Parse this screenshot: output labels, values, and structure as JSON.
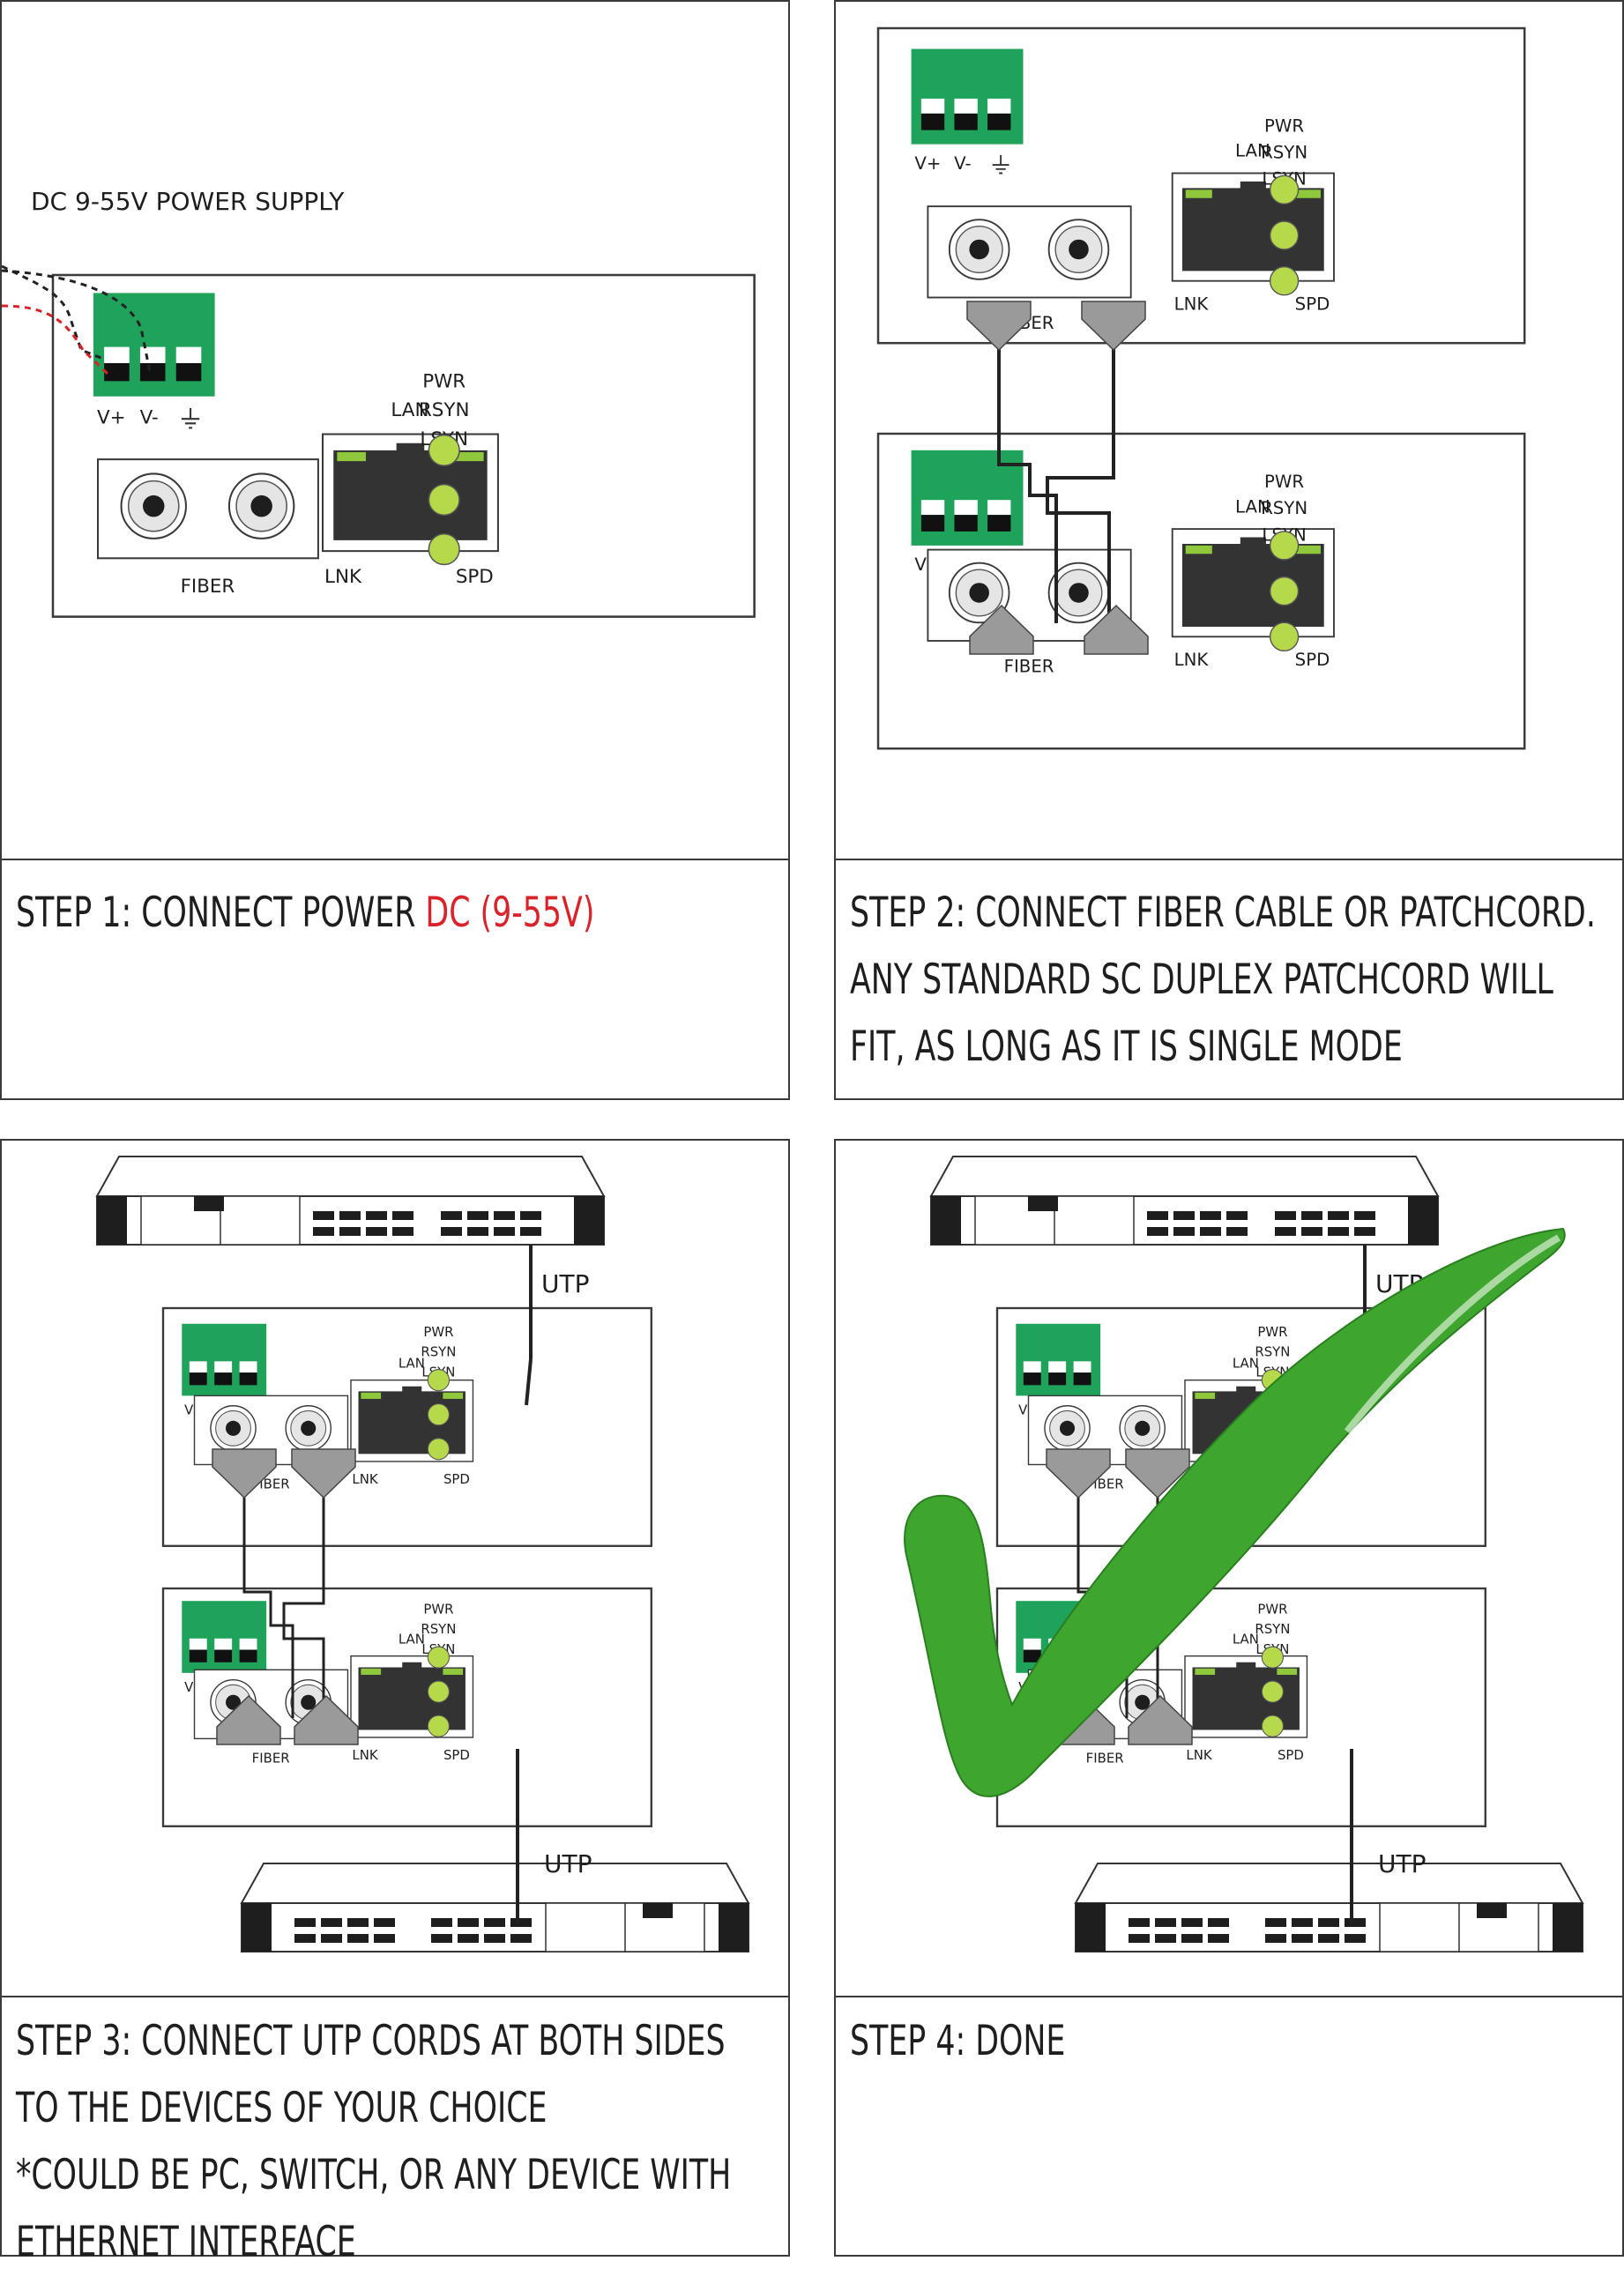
{
  "device": {
    "power_terminal": {
      "vplus": "V+",
      "vminus": "V-"
    },
    "fiber_label": "FIBER",
    "lan_label": "LAN",
    "lnk_label": "LNK",
    "spd_label": "SPD",
    "leds": [
      "PWR",
      "RSYN",
      "LSYN"
    ]
  },
  "steps": [
    {
      "diagram_label": "DC 9-55V POWER SUPPLY",
      "caption": [
        {
          "text": "STEP 1: CONNECT POWER ",
          "highlight": "DC (9-55V)"
        }
      ]
    },
    {
      "caption": [
        {
          "text": "STEP 2: CONNECT FIBER CABLE OR PATCHCORD."
        },
        {
          "text": "ANY STANDARD SC DUPLEX PATCHCORD WILL"
        },
        {
          "text": "FIT, AS LONG AS IT IS SINGLE MODE"
        }
      ]
    },
    {
      "utp_label": "UTP",
      "caption": [
        {
          "text": "STEP 3: CONNECT UTP CORDS AT BOTH SIDES"
        },
        {
          "text": "TO THE DEVICES OF YOUR CHOICE"
        },
        {
          "text": "*COULD BE PC, SWITCH, OR ANY DEVICE WITH"
        },
        {
          "text": "ETHERNET INTERFACE"
        }
      ]
    },
    {
      "utp_label": "UTP",
      "caption": [
        {
          "text": "STEP 4: DONE"
        }
      ]
    }
  ],
  "colors": {
    "terminal_green": "#1fa35a",
    "led_green": "#b5d94a",
    "lan_green": "#8fc83c",
    "check_green": "#3ea52e",
    "highlight_red": "#d8232a",
    "connector_gray": "#9a9a9a"
  },
  "icons": [
    "power-terminal-icon",
    "ground-icon",
    "fiber-port-icon",
    "rj45-port-icon",
    "led-icon",
    "network-switch-icon",
    "checkmark-icon"
  ]
}
